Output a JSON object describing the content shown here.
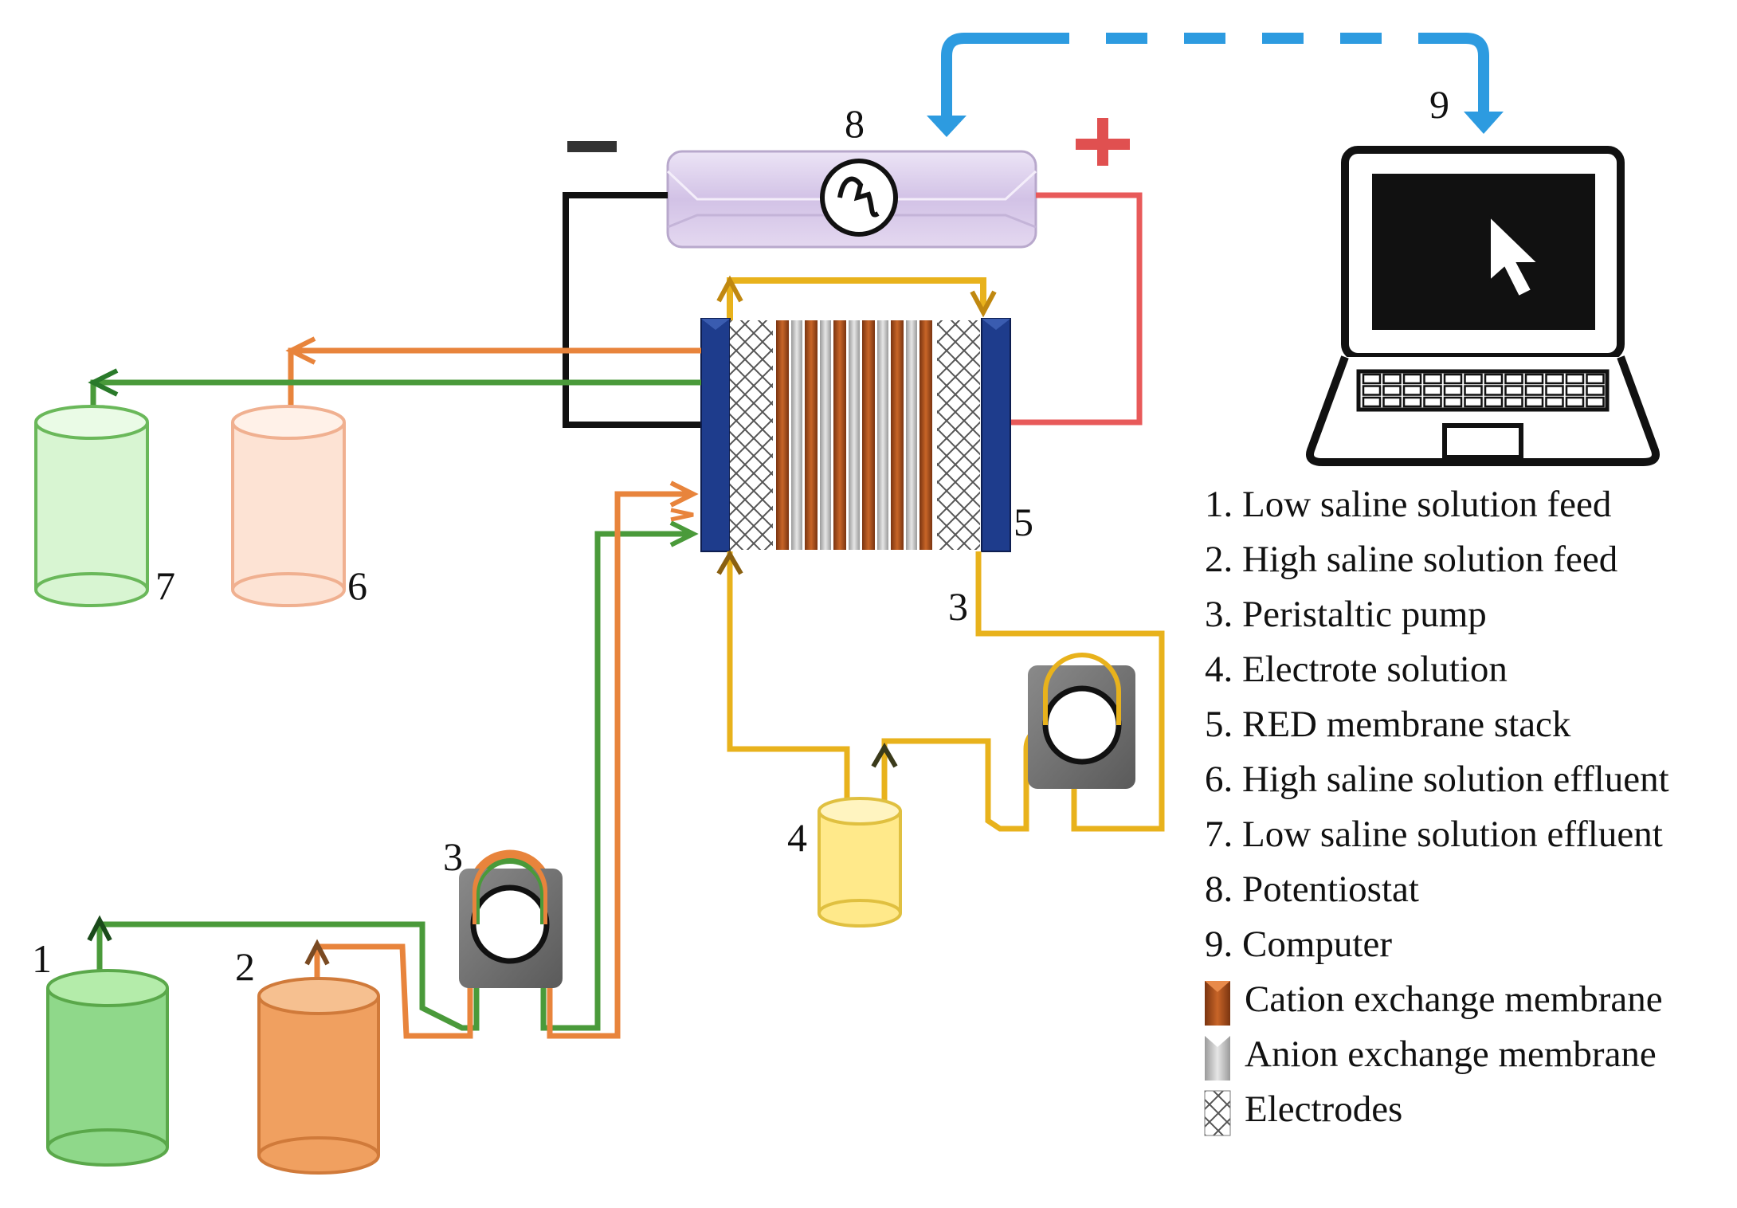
{
  "components": {
    "low_feed_tank": {
      "label": "1",
      "color": "#8fd88a"
    },
    "high_feed_tank": {
      "label": "2",
      "color": "#f0a060"
    },
    "pump_feed": {
      "label": "3"
    },
    "pump_electrolyte": {
      "label": "3"
    },
    "electrolyte_tank": {
      "label": "4",
      "color": "#ffe98a"
    },
    "stack": {
      "label": "5"
    },
    "high_effluent_tank": {
      "label": "6",
      "color": "#fde3d4"
    },
    "low_effluent_tank": {
      "label": "7",
      "color": "#d8f5d2"
    },
    "potentiostat": {
      "label": "8",
      "minus": "−",
      "plus": "+"
    },
    "computer": {
      "label": "9"
    }
  },
  "legend": [
    {
      "text": "1. Low saline solution feed"
    },
    {
      "text": "2. High saline solution feed"
    },
    {
      "text": "3. Peristaltic pump"
    },
    {
      "text": "4. Electrote solution"
    },
    {
      "text": "5. RED membrane stack"
    },
    {
      "text": "6. High saline solution effluent"
    },
    {
      "text": "7. Low saline solution effluent"
    },
    {
      "text": "8. Potentiostat"
    },
    {
      "text": "9. Computer"
    },
    {
      "text": "Cation exchange membrane",
      "icon": "cation-membrane-icon"
    },
    {
      "text": "Anion exchange membrane",
      "icon": "anion-membrane-icon"
    },
    {
      "text": "Electrodes",
      "icon": "electrode-icon"
    }
  ],
  "colors": {
    "green_line": "#4a9a3a",
    "orange_line": "#e8843c",
    "yellow_line": "#e8b21c",
    "cation": "#b5541d",
    "anion": "#c8c8c8",
    "end_plate": "#1e3c8c",
    "data_link": "#2d9be0",
    "negative_wire": "#111111",
    "positive_wire": "#e85a5a",
    "potentiostat_body": "#ddd0ec"
  }
}
